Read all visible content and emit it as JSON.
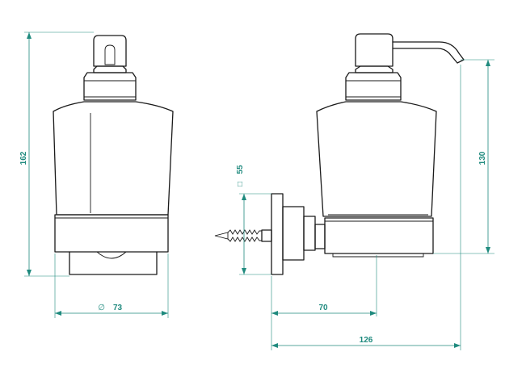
{
  "colors": {
    "object_line": "#1a1a1a",
    "dimension_line": "#1f8a7e",
    "background": "#ffffff"
  },
  "dimensions": {
    "overall_height": "162",
    "base_diameter": "73",
    "base_diameter_symbol": "∅",
    "wall_plate_size": "55",
    "wall_plate_symbol": "□",
    "projection_to_center": "70",
    "total_depth": "126",
    "dispenser_height": "130"
  }
}
